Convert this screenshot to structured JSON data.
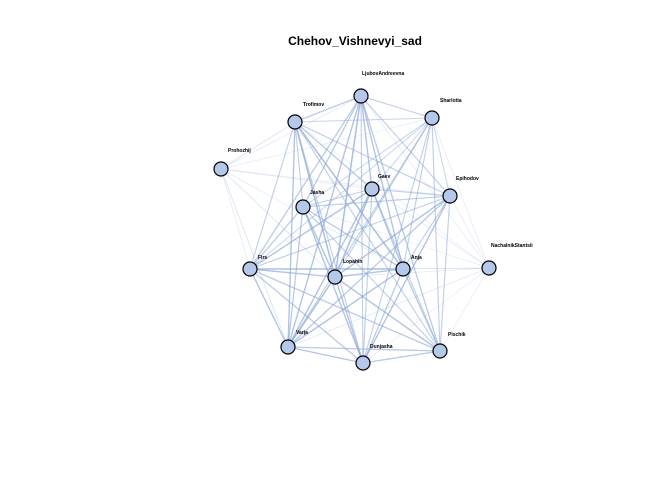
{
  "title": "Chehov_Vishnevyi_sad",
  "colors": {
    "node_fill": "#b4c9ea",
    "node_stroke": "#000000",
    "edge_color": "#8aa6d6",
    "background": "#ffffff"
  },
  "nodes": [
    {
      "id": "LjubovAndreevna",
      "label": "LjubovAndreevna"
    },
    {
      "id": "Sharlotta",
      "label": "Sharlotta"
    },
    {
      "id": "Trofimov",
      "label": "Trofimov"
    },
    {
      "id": "Prohozhij",
      "label": "Prohozhij"
    },
    {
      "id": "Gaev",
      "label": "Gaev"
    },
    {
      "id": "Epihodov",
      "label": "Epihodov"
    },
    {
      "id": "Jasha",
      "label": "Jasha"
    },
    {
      "id": "NachalnikStantsii",
      "label": "NachalnikStantsii"
    },
    {
      "id": "Firs",
      "label": "Firs"
    },
    {
      "id": "Lopahin",
      "label": "Lopahin"
    },
    {
      "id": "Anja",
      "label": "Anja"
    },
    {
      "id": "Varja",
      "label": "Varja"
    },
    {
      "id": "Pischik",
      "label": "Pischik"
    },
    {
      "id": "Dunjasha",
      "label": "Dunjasha"
    }
  ],
  "edges": [
    {
      "source": "LjubovAndreevna",
      "target": "Sharlotta",
      "strength": 0.6
    },
    {
      "source": "LjubovAndreevna",
      "target": "Trofimov",
      "strength": 0.7
    },
    {
      "source": "LjubovAndreevna",
      "target": "Gaev",
      "strength": 0.8
    },
    {
      "source": "LjubovAndreevna",
      "target": "Epihodov",
      "strength": 0.6
    },
    {
      "source": "LjubovAndreevna",
      "target": "Jasha",
      "strength": 0.7
    },
    {
      "source": "LjubovAndreevna",
      "target": "Firs",
      "strength": 0.7
    },
    {
      "source": "LjubovAndreevna",
      "target": "Lopahin",
      "strength": 0.9
    },
    {
      "source": "LjubovAndreevna",
      "target": "Anja",
      "strength": 0.8
    },
    {
      "source": "LjubovAndreevna",
      "target": "Varja",
      "strength": 0.8
    },
    {
      "source": "LjubovAndreevna",
      "target": "Pischik",
      "strength": 0.7
    },
    {
      "source": "LjubovAndreevna",
      "target": "Dunjasha",
      "strength": 0.6
    },
    {
      "source": "LjubovAndreevna",
      "target": "Prohozhij",
      "strength": 0.2
    },
    {
      "source": "LjubovAndreevna",
      "target": "NachalnikStantsii",
      "strength": 0.2
    },
    {
      "source": "Sharlotta",
      "target": "Trofimov",
      "strength": 0.5
    },
    {
      "source": "Sharlotta",
      "target": "Gaev",
      "strength": 0.5
    },
    {
      "source": "Sharlotta",
      "target": "Epihodov",
      "strength": 0.5
    },
    {
      "source": "Sharlotta",
      "target": "Jasha",
      "strength": 0.5
    },
    {
      "source": "Sharlotta",
      "target": "Firs",
      "strength": 0.5
    },
    {
      "source": "Sharlotta",
      "target": "Lopahin",
      "strength": 0.6
    },
    {
      "source": "Sharlotta",
      "target": "Anja",
      "strength": 0.6
    },
    {
      "source": "Sharlotta",
      "target": "Varja",
      "strength": 0.6
    },
    {
      "source": "Sharlotta",
      "target": "Pischik",
      "strength": 0.6
    },
    {
      "source": "Sharlotta",
      "target": "Dunjasha",
      "strength": 0.6
    },
    {
      "source": "Sharlotta",
      "target": "Prohozhij",
      "strength": 0.15
    },
    {
      "source": "Sharlotta",
      "target": "NachalnikStantsii",
      "strength": 0.2
    },
    {
      "source": "Trofimov",
      "target": "Gaev",
      "strength": 0.7
    },
    {
      "source": "Trofimov",
      "target": "Epihodov",
      "strength": 0.6
    },
    {
      "source": "Trofimov",
      "target": "Jasha",
      "strength": 0.6
    },
    {
      "source": "Trofimov",
      "target": "Firs",
      "strength": 0.6
    },
    {
      "source": "Trofimov",
      "target": "Lopahin",
      "strength": 0.9
    },
    {
      "source": "Trofimov",
      "target": "Anja",
      "strength": 0.9
    },
    {
      "source": "Trofimov",
      "target": "Varja",
      "strength": 0.8
    },
    {
      "source": "Trofimov",
      "target": "Pischik",
      "strength": 0.6
    },
    {
      "source": "Trofimov",
      "target": "Dunjasha",
      "strength": 0.6
    },
    {
      "source": "Trofimov",
      "target": "Prohozhij",
      "strength": 0.3
    },
    {
      "source": "Trofimov",
      "target": "NachalnikStantsii",
      "strength": 0.15
    },
    {
      "source": "Prohozhij",
      "target": "Gaev",
      "strength": 0.2
    },
    {
      "source": "Prohozhij",
      "target": "Firs",
      "strength": 0.2
    },
    {
      "source": "Prohozhij",
      "target": "Lopahin",
      "strength": 0.3
    },
    {
      "source": "Prohozhij",
      "target": "Anja",
      "strength": 0.2
    },
    {
      "source": "Prohozhij",
      "target": "Varja",
      "strength": 0.3
    },
    {
      "source": "Prohozhij",
      "target": "Epihodov",
      "strength": 0.15
    },
    {
      "source": "Gaev",
      "target": "Epihodov",
      "strength": 0.6
    },
    {
      "source": "Gaev",
      "target": "Jasha",
      "strength": 0.6
    },
    {
      "source": "Gaev",
      "target": "Firs",
      "strength": 0.8
    },
    {
      "source": "Gaev",
      "target": "Lopahin",
      "strength": 0.9
    },
    {
      "source": "Gaev",
      "target": "Anja",
      "strength": 0.8
    },
    {
      "source": "Gaev",
      "target": "Varja",
      "strength": 0.8
    },
    {
      "source": "Gaev",
      "target": "Pischik",
      "strength": 0.6
    },
    {
      "source": "Gaev",
      "target": "Dunjasha",
      "strength": 0.6
    },
    {
      "source": "Gaev",
      "target": "NachalnikStantsii",
      "strength": 0.2
    },
    {
      "source": "Epihodov",
      "target": "Jasha",
      "strength": 0.6
    },
    {
      "source": "Epihodov",
      "target": "Firs",
      "strength": 0.6
    },
    {
      "source": "Epihodov",
      "target": "Lopahin",
      "strength": 0.8
    },
    {
      "source": "Epihodov",
      "target": "Anja",
      "strength": 0.6
    },
    {
      "source": "Epihodov",
      "target": "Varja",
      "strength": 0.7
    },
    {
      "source": "Epihodov",
      "target": "Pischik",
      "strength": 0.6
    },
    {
      "source": "Epihodov",
      "target": "Dunjasha",
      "strength": 0.8
    },
    {
      "source": "Epihodov",
      "target": "NachalnikStantsii",
      "strength": 0.2
    },
    {
      "source": "Jasha",
      "target": "Firs",
      "strength": 0.7
    },
    {
      "source": "Jasha",
      "target": "Lopahin",
      "strength": 0.8
    },
    {
      "source": "Jasha",
      "target": "Anja",
      "strength": 0.7
    },
    {
      "source": "Jasha",
      "target": "Varja",
      "strength": 0.7
    },
    {
      "source": "Jasha",
      "target": "Pischik",
      "strength": 0.6
    },
    {
      "source": "Jasha",
      "target": "Dunjasha",
      "strength": 0.8
    },
    {
      "source": "Jasha",
      "target": "NachalnikStantsii",
      "strength": 0.15
    },
    {
      "source": "NachalnikStantsii",
      "target": "Firs",
      "strength": 0.15
    },
    {
      "source": "NachalnikStantsii",
      "target": "Lopahin",
      "strength": 0.2
    },
    {
      "source": "NachalnikStantsii",
      "target": "Anja",
      "strength": 0.2
    },
    {
      "source": "NachalnikStantsii",
      "target": "Varja",
      "strength": 0.2
    },
    {
      "source": "NachalnikStantsii",
      "target": "Pischik",
      "strength": 0.2
    },
    {
      "source": "NachalnikStantsii",
      "target": "Dunjasha",
      "strength": 0.15
    },
    {
      "source": "Firs",
      "target": "Lopahin",
      "strength": 0.8
    },
    {
      "source": "Firs",
      "target": "Anja",
      "strength": 0.8
    },
    {
      "source": "Firs",
      "target": "Varja",
      "strength": 0.8
    },
    {
      "source": "Firs",
      "target": "Pischik",
      "strength": 0.7
    },
    {
      "source": "Firs",
      "target": "Dunjasha",
      "strength": 0.7
    },
    {
      "source": "Lopahin",
      "target": "Anja",
      "strength": 0.8
    },
    {
      "source": "Lopahin",
      "target": "Varja",
      "strength": 0.9
    },
    {
      "source": "Lopahin",
      "target": "Pischik",
      "strength": 0.8
    },
    {
      "source": "Lopahin",
      "target": "Dunjasha",
      "strength": 0.8
    },
    {
      "source": "Anja",
      "target": "Varja",
      "strength": 0.8
    },
    {
      "source": "Anja",
      "target": "Pischik",
      "strength": 0.7
    },
    {
      "source": "Anja",
      "target": "Dunjasha",
      "strength": 0.7
    },
    {
      "source": "Varja",
      "target": "Pischik",
      "strength": 0.7
    },
    {
      "source": "Varja",
      "target": "Dunjasha",
      "strength": 0.8
    },
    {
      "source": "Pischik",
      "target": "Dunjasha",
      "strength": 0.7
    }
  ]
}
